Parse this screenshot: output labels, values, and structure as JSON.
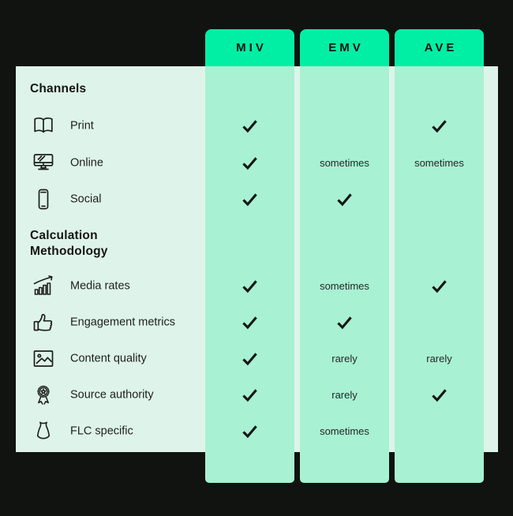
{
  "colors": {
    "background": "#101310",
    "panel": "#def4ea",
    "column": "#a8f1d3",
    "header_accent": "#00efa5",
    "text": "#1a1a1a"
  },
  "chart_data": {
    "type": "table",
    "columns": [
      {
        "label": "MIV"
      },
      {
        "label": "EMV"
      },
      {
        "label": "AVE"
      }
    ],
    "sections": [
      {
        "title": "Channels",
        "rows": [
          {
            "label": "Print",
            "icon": "open-book-icon",
            "values": {
              "miv": "check",
              "emv": "",
              "ave": "check"
            }
          },
          {
            "label": "Online",
            "icon": "monitor-icon",
            "values": {
              "miv": "check",
              "emv": "sometimes",
              "ave": "sometimes"
            }
          },
          {
            "label": "Social",
            "icon": "smartphone-icon",
            "values": {
              "miv": "check",
              "emv": "check",
              "ave": ""
            }
          }
        ]
      },
      {
        "title": "Calculation Methodology",
        "rows": [
          {
            "label": "Media rates",
            "icon": "bar-chart-icon",
            "values": {
              "miv": "check",
              "emv": "sometimes",
              "ave": "check"
            }
          },
          {
            "label": "Engagement metrics",
            "icon": "thumbs-up-icon",
            "values": {
              "miv": "check",
              "emv": "check",
              "ave": ""
            }
          },
          {
            "label": "Content quality",
            "icon": "image-icon",
            "values": {
              "miv": "check",
              "emv": "rarely",
              "ave": "rarely"
            }
          },
          {
            "label": "Source authority",
            "icon": "award-ribbon-icon",
            "values": {
              "miv": "check",
              "emv": "rarely",
              "ave": "check"
            }
          },
          {
            "label": "FLC specific",
            "icon": "dress-icon",
            "values": {
              "miv": "check",
              "emv": "sometimes",
              "ave": ""
            }
          }
        ]
      }
    ]
  }
}
